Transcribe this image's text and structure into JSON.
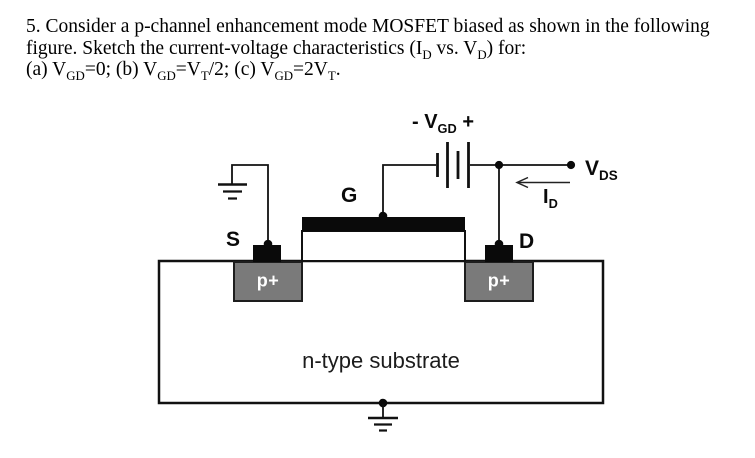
{
  "question": {
    "lines": [
      [
        {
          "t": "5. Consider a p-channel enhancement mode MOSFET biased as shown in the following"
        }
      ],
      [
        {
          "t": "figure. Sketch the current-voltage characteristics (I"
        },
        {
          "s": "D"
        },
        {
          "t": " vs. V"
        },
        {
          "s": "D"
        },
        {
          "t": ") for:"
        }
      ],
      [
        {
          "t": "(a) V"
        },
        {
          "s": "GD"
        },
        {
          "t": "=0; (b) V"
        },
        {
          "s": "GD"
        },
        {
          "t": "=V"
        },
        {
          "s": "T"
        },
        {
          "t": "/2; (c) V"
        },
        {
          "s": "GD"
        },
        {
          "t": "=2V"
        },
        {
          "s": "T"
        },
        {
          "t": "."
        }
      ]
    ]
  },
  "diagram": {
    "battery_label": [
      {
        "t": "- V"
      },
      {
        "s": "GD"
      },
      {
        "t": " +"
      }
    ],
    "gate_label": "G",
    "source_label": "S",
    "drain_label": "D",
    "vds_label": [
      {
        "t": "V"
      },
      {
        "s": "DS"
      }
    ],
    "id_label": [
      {
        "t": "I"
      },
      {
        "s": "D"
      }
    ],
    "p_plus_left_label": "p+",
    "p_plus_right_label": "p+",
    "substrate_label": "n-type substrate",
    "colors": {
      "ink": "#111111",
      "p_region_fill": "#7a7a7a",
      "p_plus_text": "#ffffff",
      "background": "#ffffff"
    }
  }
}
